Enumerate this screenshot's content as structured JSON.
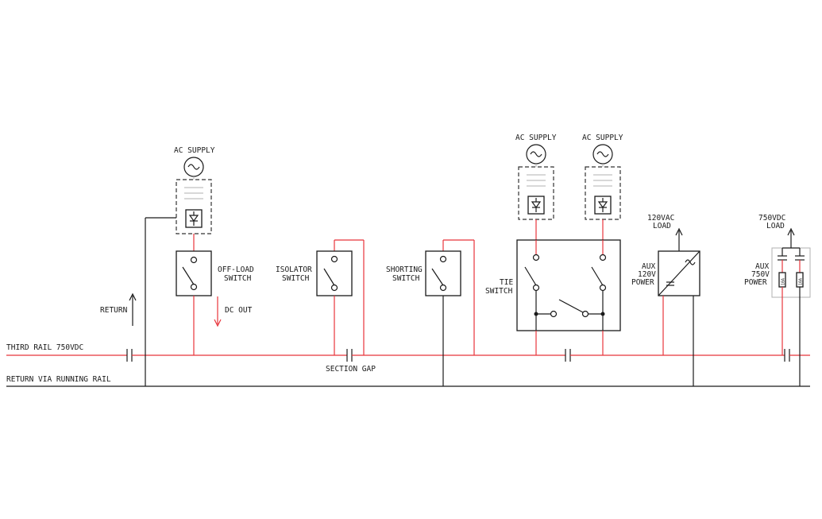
{
  "labels": {
    "ac_supply_1": "AC SUPPLY",
    "ac_supply_2": "AC SUPPLY",
    "ac_supply_3": "AC SUPPLY",
    "offload_switch": [
      "OFF-LOAD",
      "SWITCH"
    ],
    "isolator_switch": [
      "ISOLATOR",
      "SWITCH"
    ],
    "shorting_switch": [
      "SHORTING",
      "SWITCH"
    ],
    "tie_switch": [
      "TIE",
      "SWITCH"
    ],
    "return": "RETURN",
    "dc_out": "DC OUT",
    "third_rail": "THIRD RAIL 750VDC",
    "return_rail": "RETURN VIA RUNNING RAIL",
    "section_gap": "SECTION GAP",
    "load_120vac": [
      "120VAC",
      "LOAD"
    ],
    "load_750vdc": [
      "750VDC",
      "LOAD"
    ],
    "aux_120v": [
      "AUX",
      "120V",
      "POWER"
    ],
    "aux_750v": [
      "AUX",
      "750V",
      "POWER"
    ],
    "fuse_1": "10A",
    "fuse_2": "10A"
  },
  "colors": {
    "dc_line": "#e8343b",
    "return_line": "#1a1a1a"
  }
}
